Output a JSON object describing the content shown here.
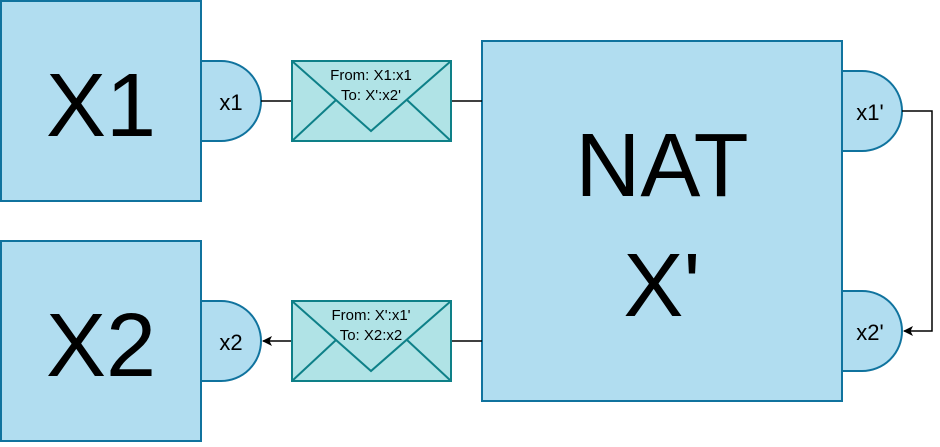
{
  "colors": {
    "box_fill": "#b1ddf0",
    "box_stroke": "#10739e",
    "envelope_fill": "#b0e3e6",
    "envelope_stroke": "#0e8088",
    "edge": "#000000"
  },
  "nodes": {
    "x1": {
      "label": "X1"
    },
    "x2": {
      "label": "X2"
    },
    "nat": {
      "line1": "NAT",
      "line2": "X'"
    }
  },
  "ports": {
    "x1_port": "x1",
    "x2_port": "x2",
    "nat_x1_port": "x1'",
    "nat_x2_port": "x2'"
  },
  "messages": {
    "outgoing": {
      "line1": "From: X1:x1",
      "line2": "To: X':x2'"
    },
    "incoming": {
      "line1": "From: X':x1'",
      "line2": "To: X2:x2"
    }
  }
}
